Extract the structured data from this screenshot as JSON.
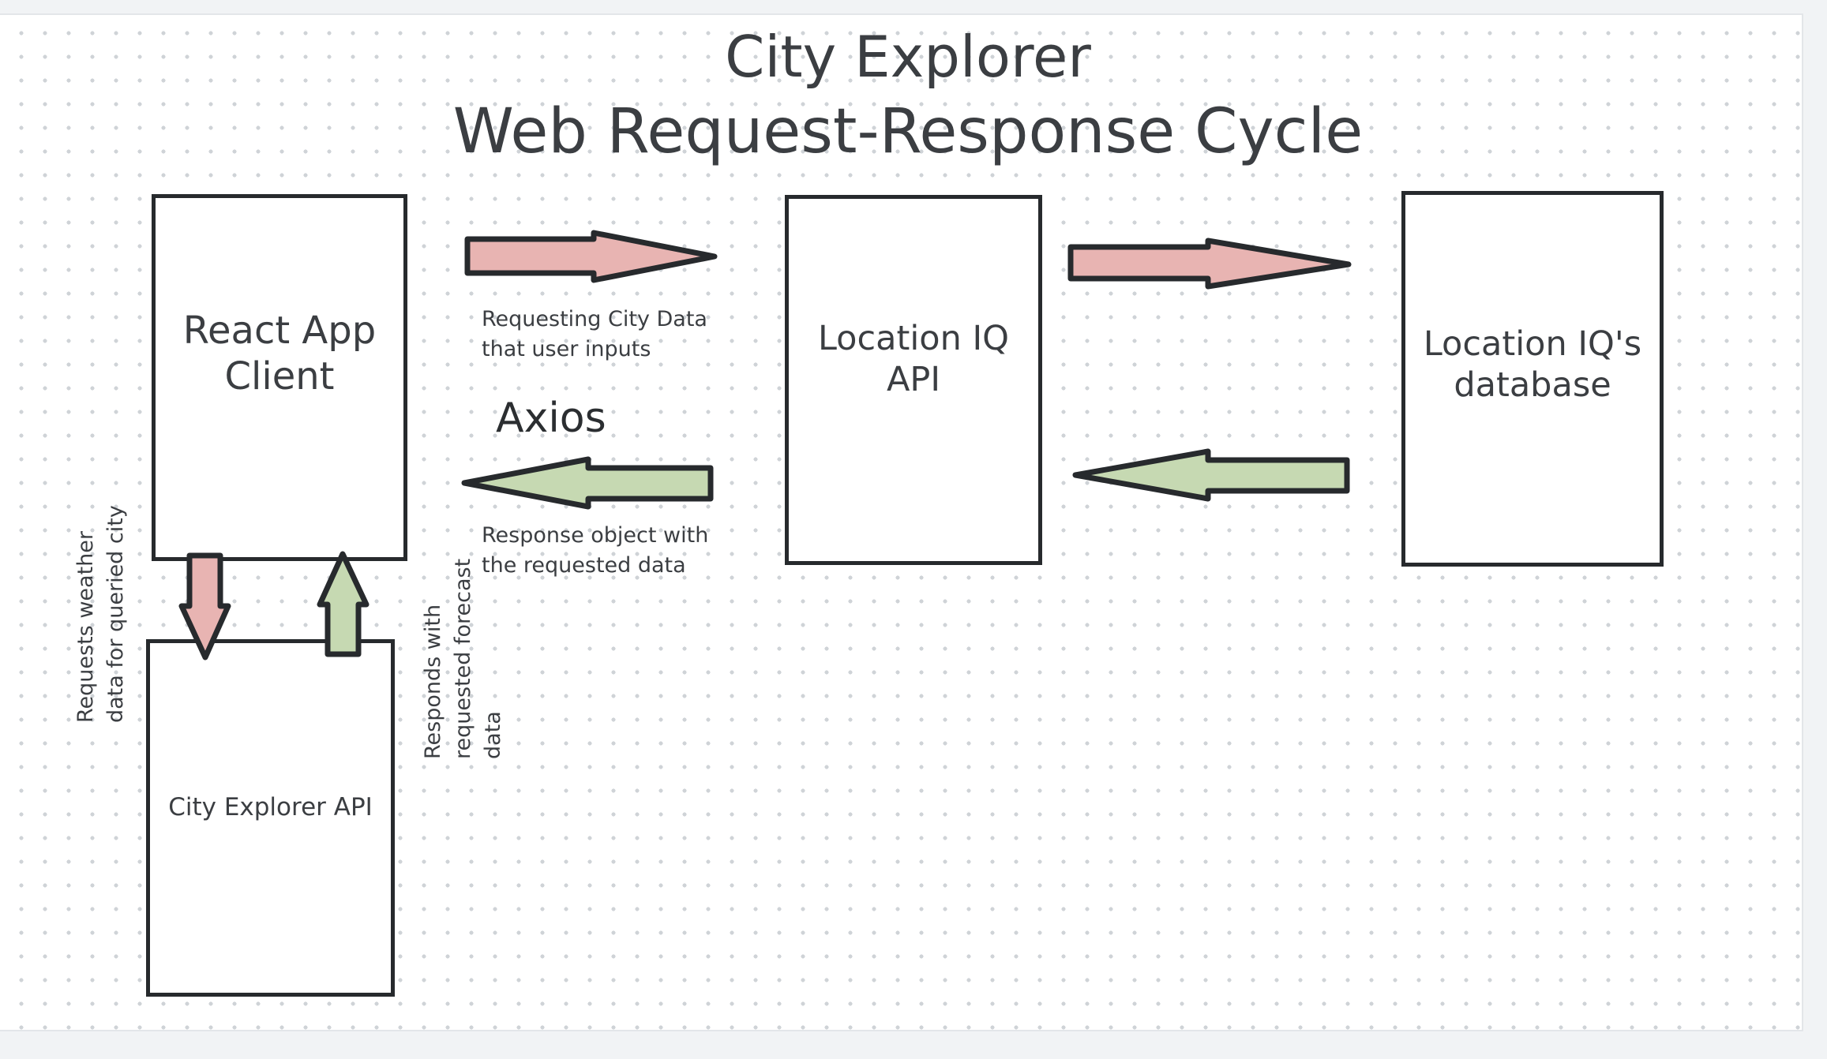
{
  "diagram": {
    "title_line1": "City Explorer",
    "title_line2": "Web Request-Response Cycle",
    "nodes": {
      "react_client": {
        "line1": "React App",
        "line2": "Client"
      },
      "locationiq_api": {
        "line1": "Location IQ",
        "line2": "API"
      },
      "locationiq_db": {
        "line1": "Location IQ's",
        "line2": "database"
      },
      "cityexplorer_api": {
        "label": "City Explorer API"
      }
    },
    "edge_labels": {
      "request_line1": "Requesting City Data",
      "request_line2": "that user inputs",
      "library": "Axios",
      "response_line1": "Response object with",
      "response_line2": "the requested data",
      "weather_request_line1": "Requests weather",
      "weather_request_line2": "data for queried city",
      "forecast_response_line1": "Responds with",
      "forecast_response_line2": "requested forecast",
      "forecast_response_line3": "data"
    },
    "colors": {
      "request_arrow": "#e8b4b2",
      "response_arrow": "#c6d9b2",
      "outline": "#272a2d"
    }
  }
}
